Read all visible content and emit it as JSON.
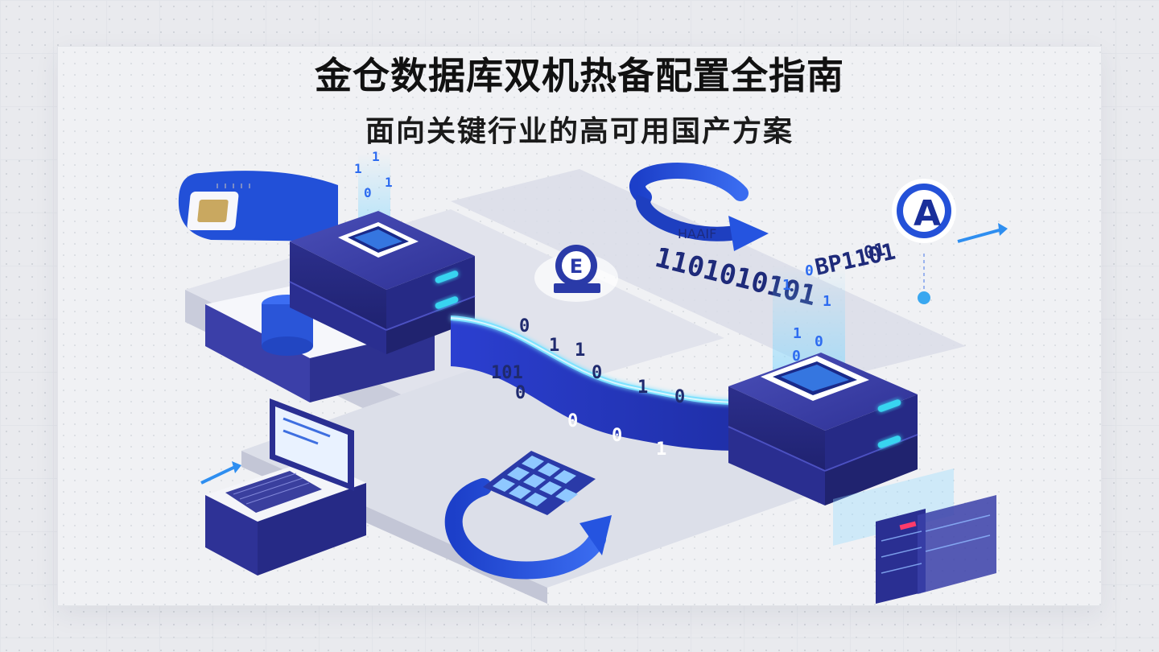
{
  "title": "金仓数据库双机热备配置全指南",
  "subtitle": "面向关键行业的高可用国产方案",
  "illustration": {
    "stream_bits": [
      "0",
      "1",
      "1",
      "0",
      "101",
      "0",
      "1",
      "0",
      "0",
      "0",
      "1"
    ],
    "badge_left_letter": "E",
    "badge_right_letter": "A",
    "arrow_label": "HAAIF",
    "binary_left": "1101010101",
    "binary_right": "BP1101",
    "binary_right_tail": "01"
  },
  "colors": {
    "navy": "#2b2f8f",
    "royal_blue": "#2e52d6",
    "cyan_glow": "#38d4f0",
    "platform": "#e6e8f2"
  }
}
